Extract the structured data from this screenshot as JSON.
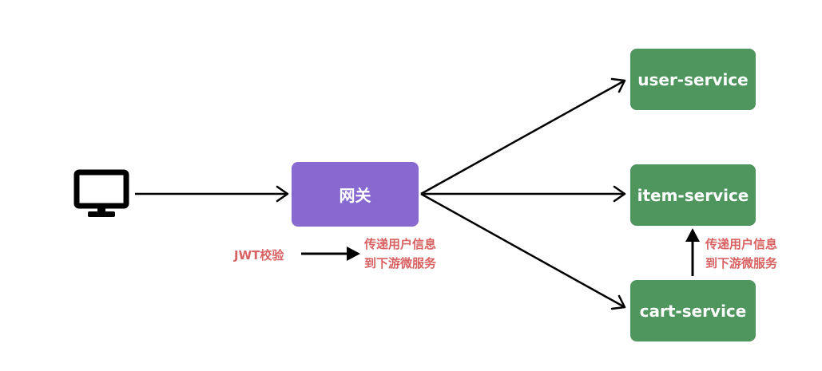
{
  "nodes": {
    "gateway": "网关",
    "user_service": "user-service",
    "item_service": "item-service",
    "cart_service": "cart-service"
  },
  "notes": {
    "jwt": "JWT校验",
    "gateway_pass": [
      "传递用户信息",
      "到下游微服务"
    ],
    "cart_pass": [
      "传递用户信息",
      "到下游微服务"
    ]
  },
  "icons": {
    "client": "monitor-icon"
  },
  "colors": {
    "gateway": "#8769cf",
    "service": "#4e955e",
    "note": "#d86262",
    "line": "#000000"
  }
}
